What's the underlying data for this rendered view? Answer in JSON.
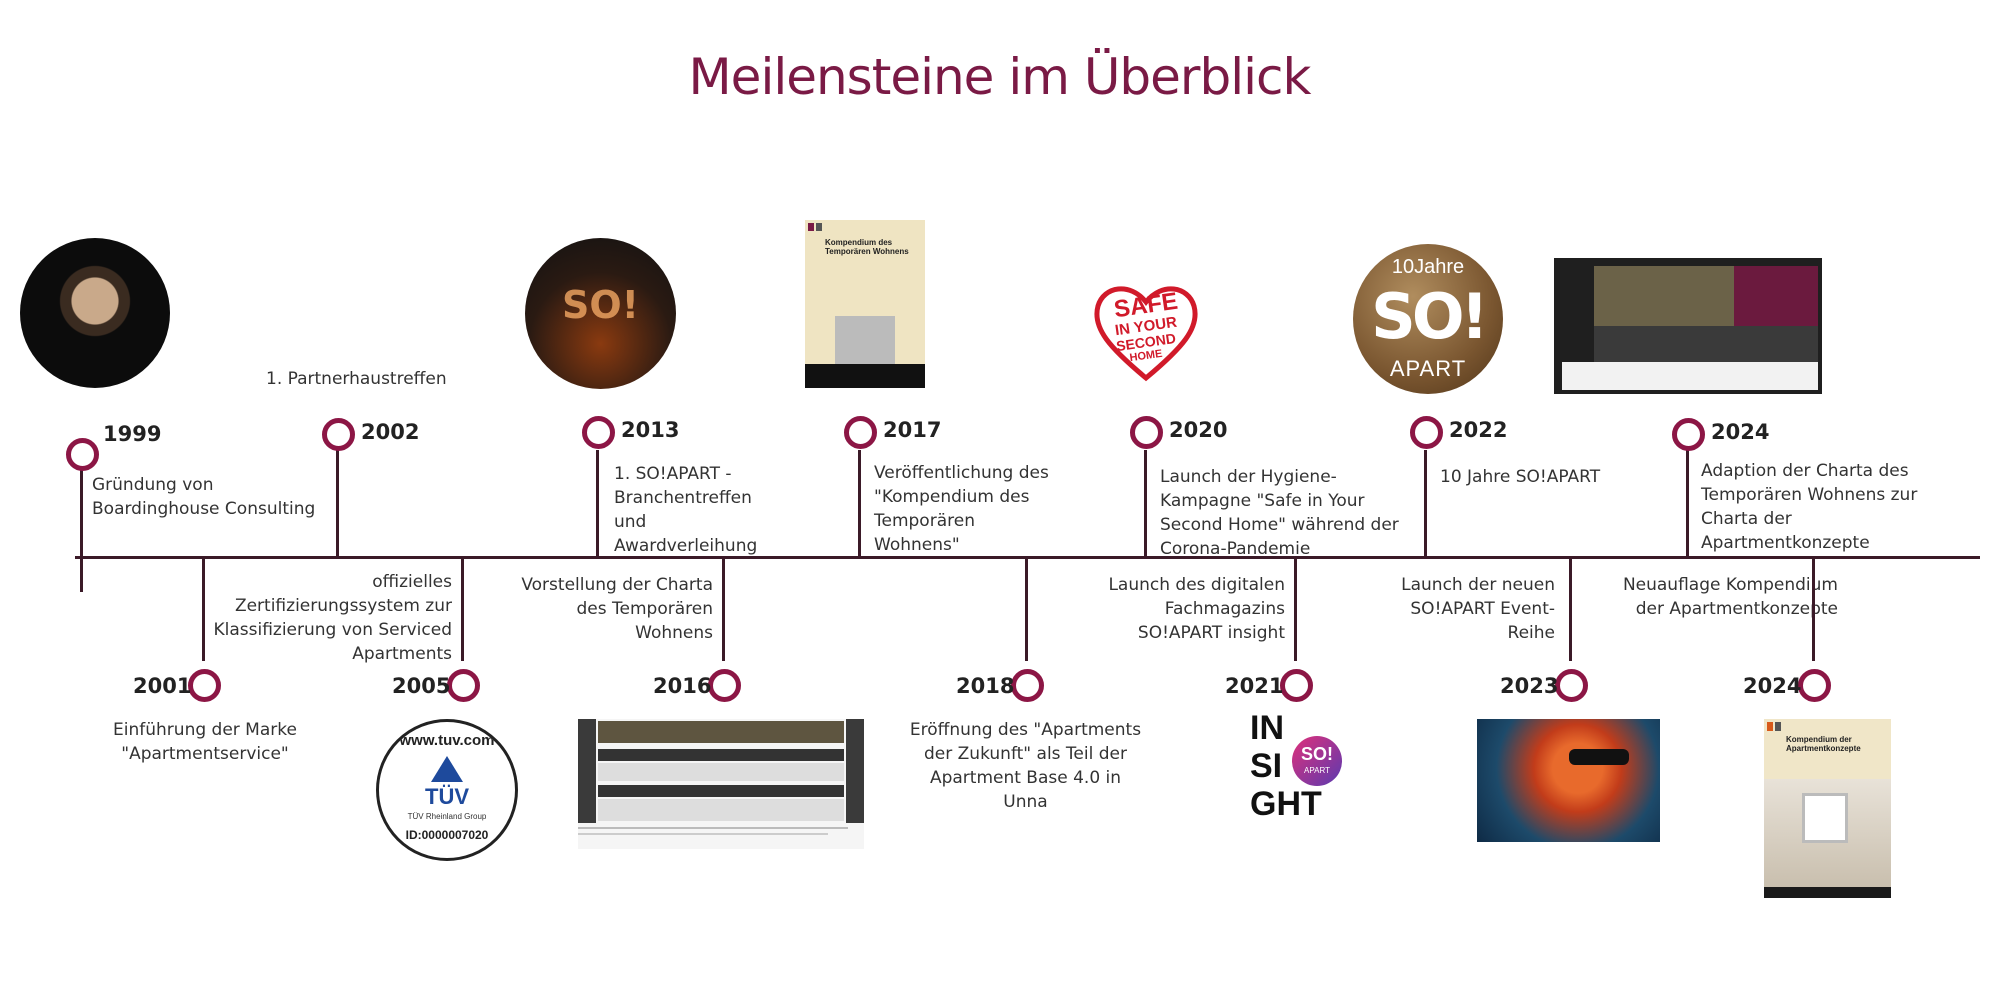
{
  "title": "Meilensteine im Überblick",
  "milestones_top": [
    {
      "year": "1999",
      "text": "Gründung von Boardinghouse Consulting"
    },
    {
      "year": "2002",
      "text": "1. Partnerhaustreffen"
    },
    {
      "year": "2013",
      "text": "1. SO!APART - Branchentreffen und Awardverleihung"
    },
    {
      "year": "2017",
      "text": "Veröffentlichung des \"Kompendium des Temporären Wohnens\""
    },
    {
      "year": "2020",
      "text": "Launch der Hygiene-Kampagne \"Safe in Your Second Home\" während der Corona-Pandemie"
    },
    {
      "year": "2022",
      "text": "10 Jahre SO!APART"
    },
    {
      "year": "2024",
      "text": "Adaption der Charta des Temporären Wohnens zur Charta der Apartmentkonzepte"
    }
  ],
  "milestones_bottom": [
    {
      "year": "2001",
      "text": "Einführung der Marke \"Apartmentservice\""
    },
    {
      "year": "2005",
      "text": "offizielles Zertifizierungssystem zur Klassifizierung von Serviced Apartments"
    },
    {
      "year": "2016",
      "text": "Vorstellung der Charta des Temporären Wohnens"
    },
    {
      "year": "2018",
      "text": "Eröffnung des \"Apartments der Zukunft\" als Teil der Apartment Base 4.0 in Unna"
    },
    {
      "year": "2021",
      "text": "Launch des digitalen Fachmagazins SO!APART insight"
    },
    {
      "year": "2023",
      "text": "Launch der neuen SO!APART Event-Reihe"
    },
    {
      "year": "2024",
      "text": "Neuauflage Kompendium der Apartmentkonzepte"
    }
  ],
  "images": {
    "kompendium_2017": {
      "title": "Kompendium des Temporären Wohnens"
    },
    "safe_logo": {
      "line1": "SAFE",
      "line2": "IN YOUR",
      "line3": "SECOND",
      "line4": "HOME"
    },
    "ten_years": {
      "top": "10Jahre",
      "mid": "SO!",
      "bottom": "APART"
    },
    "tuv": {
      "url": "www.tuv.com",
      "mark": "TÜV",
      "group": "TÜV Rheinland Group",
      "id": "ID:0000007020"
    },
    "insight": {
      "l1": "IN",
      "l2": "SI",
      "l3": "GHT",
      "badge": "SO!",
      "badge_sub": "APART"
    },
    "kompendium_2024": {
      "title": "Kompendium der Apartmentkonzepte"
    },
    "award": {
      "text": "SO!"
    }
  },
  "colors": {
    "accent": "#7a1a45",
    "ring": "#8c1645",
    "line": "#3b1a28",
    "safe_red": "#d11a2a"
  }
}
